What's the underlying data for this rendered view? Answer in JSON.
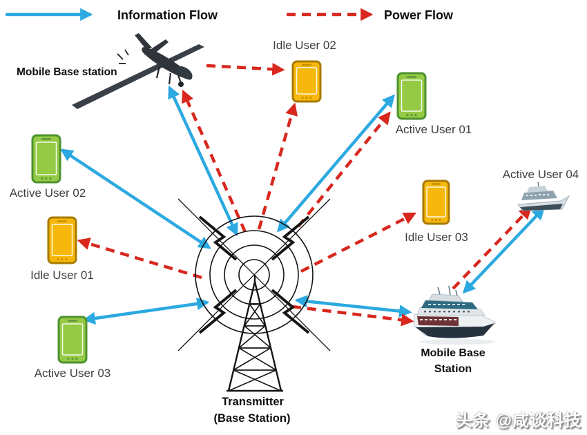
{
  "legend": {
    "information_flow": "Information Flow",
    "power_flow": "Power Flow"
  },
  "colors": {
    "information_flow": "#2BA9E0",
    "power_flow": "#D8281E",
    "active_phone_body": "#95CA45",
    "active_phone_border": "#4E9130",
    "idle_phone_body": "#F7B80D",
    "idle_phone_border": "#A87A00"
  },
  "nodes": {
    "drone_label": "Mobile Base station",
    "idle_user_02": "Idle User 02",
    "active_user_01": "Active User 01",
    "active_user_02": "Active User 02",
    "idle_user_01": "Idle User 01",
    "active_user_03": "Active User 03",
    "idle_user_03": "Idle User 03",
    "active_user_04": "Active User 04",
    "ship_label_line1": "Mobile Base",
    "ship_label_line2": "Station",
    "transmitter_line1": "Transmitter",
    "transmitter_line2": "(Base Station)"
  },
  "flows": [
    {
      "from": "Transmitter (Base Station)",
      "to": "Mobile Base station (drone)",
      "type": "information",
      "bidirectional": true
    },
    {
      "from": "Transmitter (Base Station)",
      "to": "Mobile Base station (drone)",
      "type": "power",
      "bidirectional": false
    },
    {
      "from": "Mobile Base station (drone)",
      "to": "Idle User 02",
      "type": "power",
      "bidirectional": false
    },
    {
      "from": "Transmitter (Base Station)",
      "to": "Idle User 02",
      "type": "power",
      "bidirectional": false
    },
    {
      "from": "Transmitter (Base Station)",
      "to": "Active User 01",
      "type": "information",
      "bidirectional": true
    },
    {
      "from": "Transmitter (Base Station)",
      "to": "Active User 01",
      "type": "power",
      "bidirectional": false
    },
    {
      "from": "Transmitter (Base Station)",
      "to": "Active User 02",
      "type": "information",
      "bidirectional": true
    },
    {
      "from": "Transmitter (Base Station)",
      "to": "Idle User 01",
      "type": "power",
      "bidirectional": false
    },
    {
      "from": "Transmitter (Base Station)",
      "to": "Active User 03",
      "type": "information",
      "bidirectional": true
    },
    {
      "from": "Transmitter (Base Station)",
      "to": "Mobile Base Station (ship)",
      "type": "information",
      "bidirectional": true
    },
    {
      "from": "Transmitter (Base Station)",
      "to": "Mobile Base Station (ship)",
      "type": "power",
      "bidirectional": false
    },
    {
      "from": "Transmitter (Base Station)",
      "to": "Idle User 03",
      "type": "power",
      "bidirectional": false
    },
    {
      "from": "Mobile Base Station (ship)",
      "to": "Active User 04",
      "type": "information",
      "bidirectional": true
    },
    {
      "from": "Mobile Base Station (ship)",
      "to": "Active User 04",
      "type": "power",
      "bidirectional": false
    }
  ],
  "watermark": "头条 @咸谈科技"
}
